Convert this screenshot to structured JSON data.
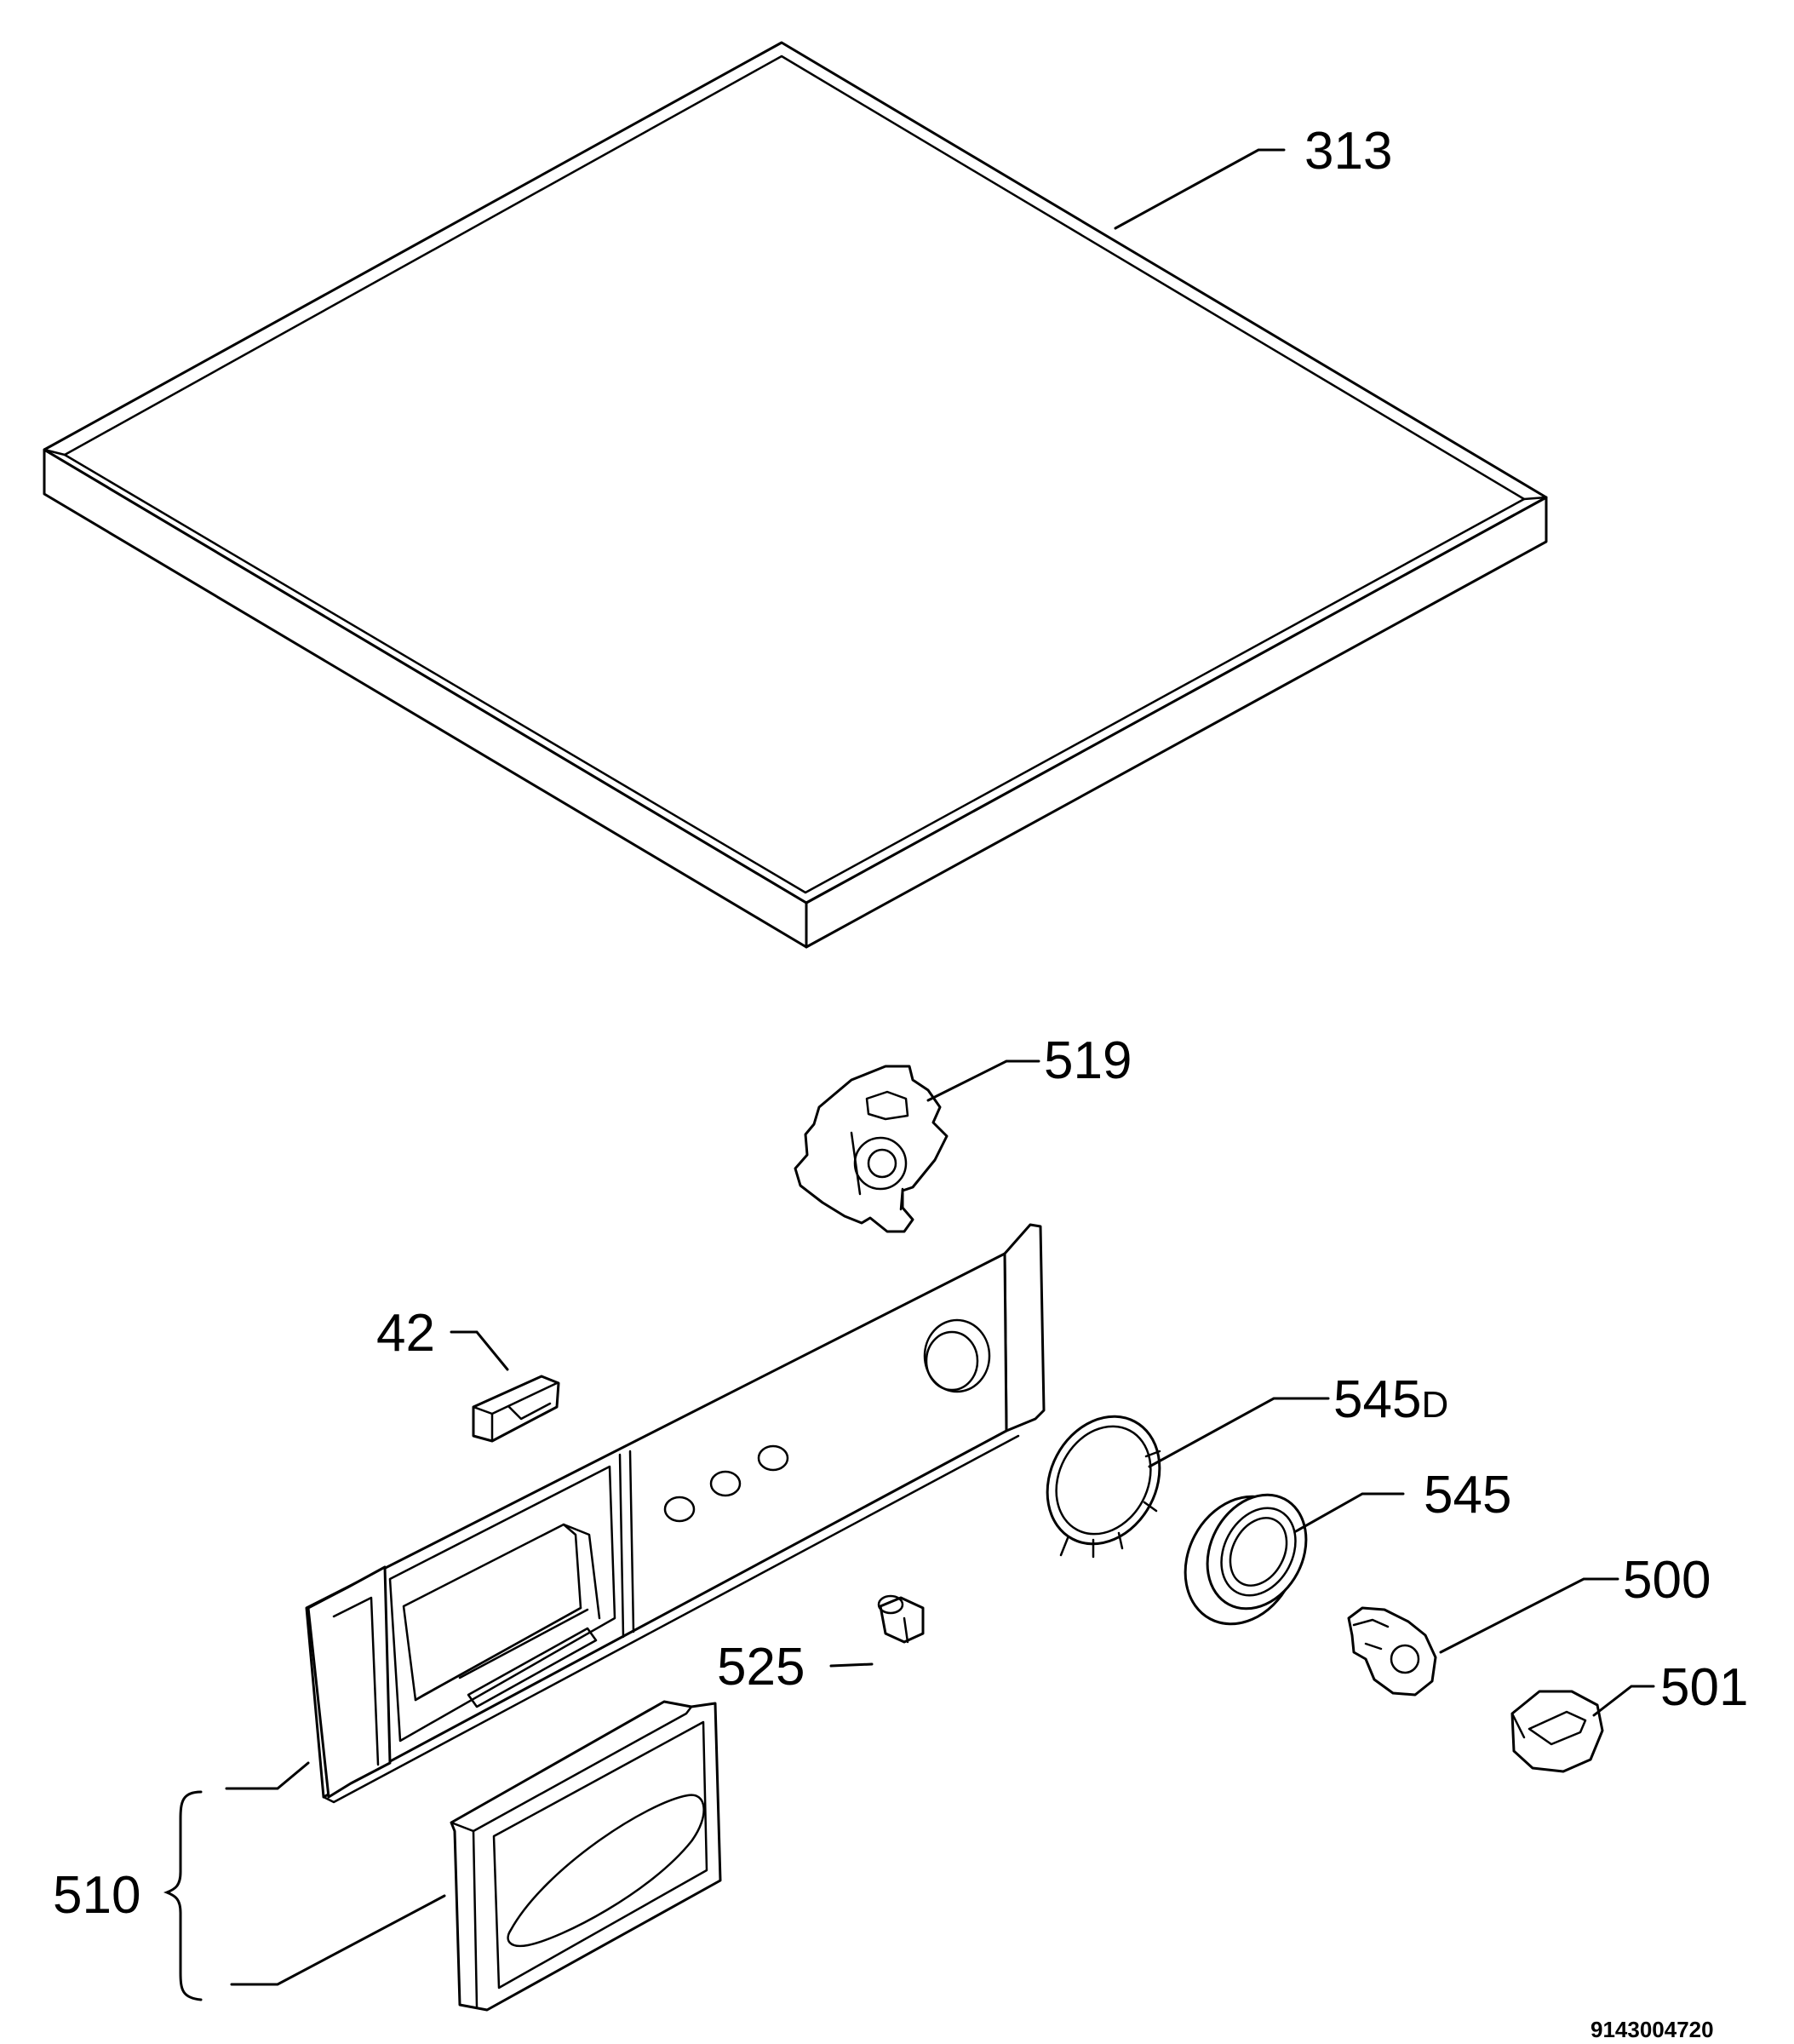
{
  "diagram": {
    "labels": {
      "p313": "313",
      "p519": "519",
      "p42": "42",
      "p545d_num": "545",
      "p545d_suffix": "D",
      "p545": "545",
      "p500": "500",
      "p501": "501",
      "p525": "525",
      "p510": "510"
    },
    "document_id": "9143004720"
  }
}
